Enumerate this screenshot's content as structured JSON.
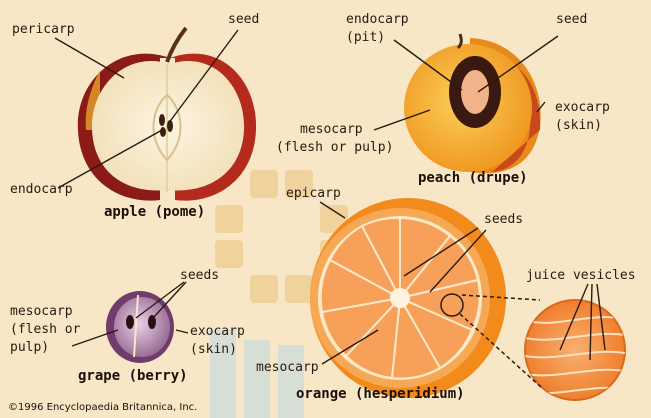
{
  "colors": {
    "background": "#f7e7c6",
    "leader_lines": "#2b1a10",
    "watermark": "#e9c27a",
    "apple_skin": "#8c1a16",
    "apple_flesh": "#fbf1d8",
    "peach_flesh": "#f7b334",
    "peach_pit": "#3a1a10",
    "grape_skin": "#8a5f8a",
    "orange_rind": "#f28a1c",
    "orange_segment": "#f6a05a"
  },
  "apple": {
    "title": "apple (pome)",
    "pericarp": "pericarp",
    "seed": "seed",
    "endocarp": "endocarp"
  },
  "peach": {
    "title": "peach (drupe)",
    "endocarp_l1": "endocarp",
    "endocarp_l2": "(pit)",
    "seed": "seed",
    "exocarp_l1": "exocarp",
    "exocarp_l2": "(skin)",
    "mesocarp_l1": "mesocarp",
    "mesocarp_l2": "(flesh or pulp)"
  },
  "orange": {
    "title": "orange (hesperidium)",
    "epicarp": "epicarp",
    "seeds": "seeds",
    "mesocarp": "mesocarp",
    "juice_vesicles": "juice vesicles"
  },
  "grape": {
    "title": "grape (berry)",
    "seeds": "seeds",
    "mesocarp_l1": "mesocarp",
    "mesocarp_l2": "(flesh or",
    "mesocarp_l3": "pulp)",
    "exocarp_l1": "exocarp",
    "exocarp_l2": "(skin)"
  },
  "copyright": "©1996 Encyclopaedia Britannica, Inc."
}
